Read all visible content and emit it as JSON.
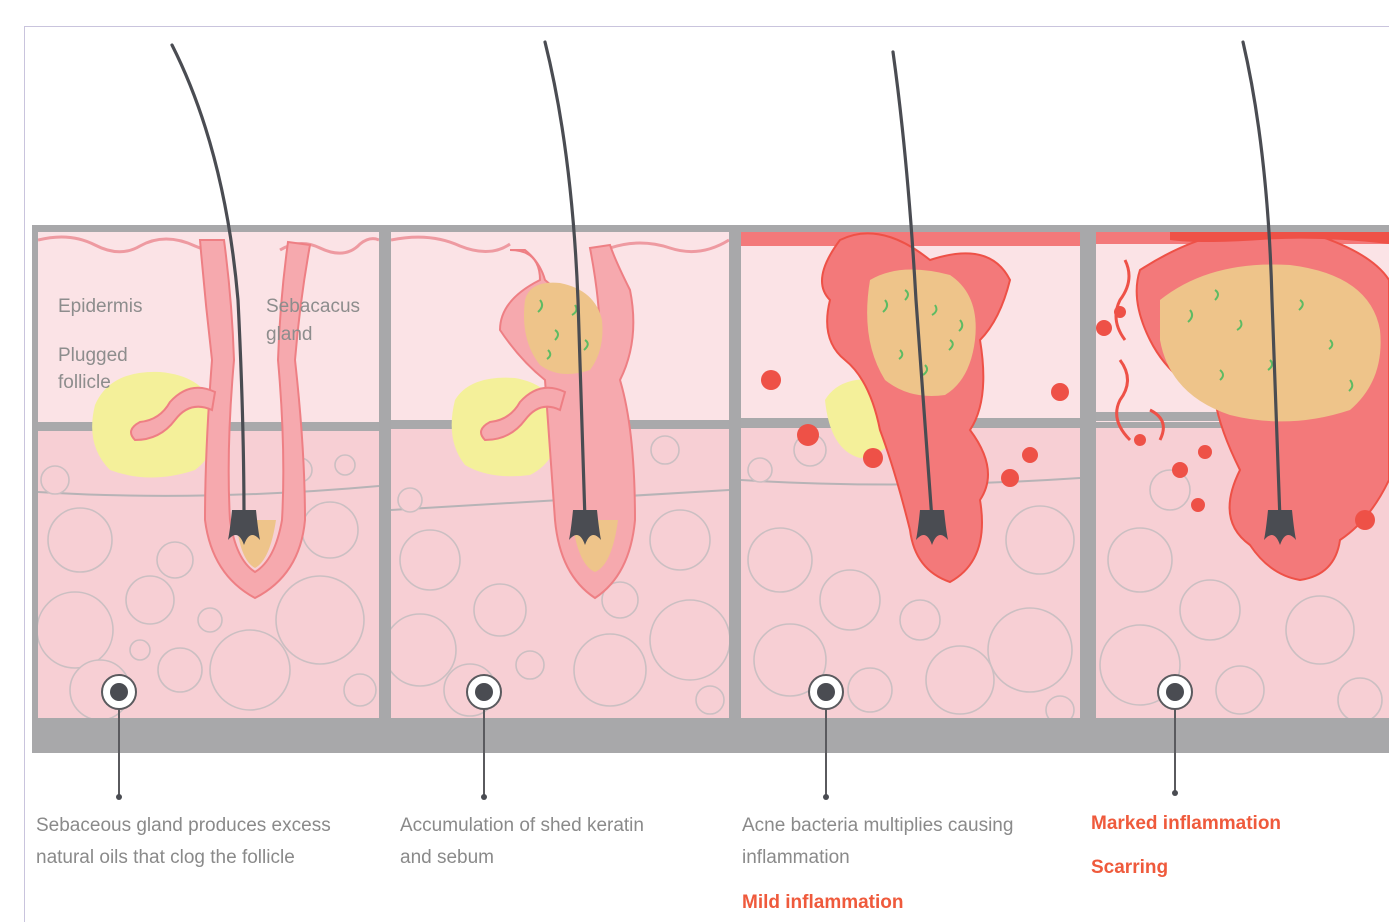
{
  "labels": {
    "epidermis": "Epidermis",
    "plugged_1": "Plugged",
    "plugged_2": "follicle",
    "sebaceous_1": "Sebacacus",
    "sebaceous_2": "gland"
  },
  "stages": [
    {
      "caption_1": "Sebaceous gland produces excess",
      "caption_2": "natural oils that clog the follicle",
      "alert_1": "",
      "alert_2": ""
    },
    {
      "caption_1": "Accumulation of shed keratin",
      "caption_2": "and sebum",
      "alert_1": "",
      "alert_2": ""
    },
    {
      "caption_1": "Acne bacteria multiplies causing",
      "caption_2": "inflammation",
      "alert_1": "Mild inflammation",
      "alert_2": ""
    },
    {
      "caption_1": "",
      "caption_2": "",
      "alert_1": "Marked inflammation",
      "alert_2": "Scarring"
    }
  ],
  "colors": {
    "skin_light": "#fbe3e6",
    "skin_dermis": "#f7cfd4",
    "inflamed": "#f3797a",
    "inflamed_dark": "#ee5147",
    "sebum": "#eec48a",
    "oil_plug": "#f4f09a",
    "hair": "#4a4c52",
    "outline_grey": "#a9a9ab",
    "alert_text": "#ef5a3c"
  }
}
